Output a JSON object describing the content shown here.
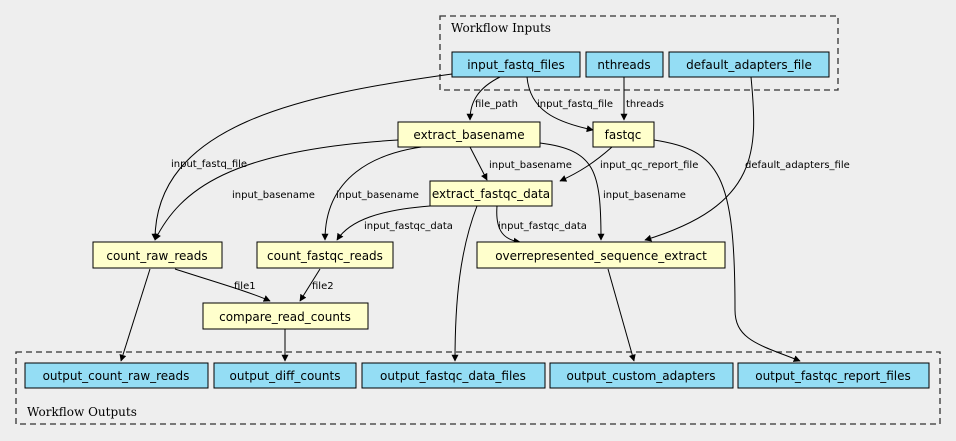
{
  "colors": {
    "io_fill": "#94ddf4",
    "step_fill": "#ffffcc",
    "background": "#eeeeee"
  },
  "clusters": {
    "inputs": "Workflow Inputs",
    "outputs": "Workflow Outputs"
  },
  "nodes": {
    "input_fastq_files": "input_fastq_files",
    "nthreads": "nthreads",
    "default_adapters_file": "default_adapters_file",
    "extract_basename": "extract_basename",
    "fastqc": "fastqc",
    "extract_fastqc_data": "extract_fastqc_data",
    "count_raw_reads": "count_raw_reads",
    "count_fastqc_reads": "count_fastqc_reads",
    "overrepresented_sequence_extract": "overrepresented_sequence_extract",
    "compare_read_counts": "compare_read_counts",
    "output_count_raw_reads": "output_count_raw_reads",
    "output_diff_counts": "output_diff_counts",
    "output_fastqc_data_files": "output_fastqc_data_files",
    "output_custom_adapters": "output_custom_adapters",
    "output_fastqc_report_files": "output_fastqc_report_files"
  },
  "edges": [
    {
      "from": "input_fastq_files",
      "to": "extract_basename",
      "label": "file_path"
    },
    {
      "from": "input_fastq_files",
      "to": "fastqc",
      "label": "input_fastq_file"
    },
    {
      "from": "input_fastq_files",
      "to": "count_raw_reads",
      "label": "input_fastq_file"
    },
    {
      "from": "nthreads",
      "to": "fastqc",
      "label": "threads"
    },
    {
      "from": "default_adapters_file",
      "to": "overrepresented_sequence_extract",
      "label": "default_adapters_file"
    },
    {
      "from": "extract_basename",
      "to": "count_raw_reads",
      "label": "input_basename"
    },
    {
      "from": "extract_basename",
      "to": "count_fastqc_reads",
      "label": "input_basename"
    },
    {
      "from": "extract_basename",
      "to": "extract_fastqc_data",
      "label": "input_basename"
    },
    {
      "from": "extract_basename",
      "to": "overrepresented_sequence_extract",
      "label": "input_basename"
    },
    {
      "from": "fastqc",
      "to": "extract_fastqc_data",
      "label": "input_qc_report_file"
    },
    {
      "from": "fastqc",
      "to": "output_fastqc_report_files",
      "label": ""
    },
    {
      "from": "extract_fastqc_data",
      "to": "count_fastqc_reads",
      "label": "input_fastqc_data"
    },
    {
      "from": "extract_fastqc_data",
      "to": "overrepresented_sequence_extract",
      "label": "input_fastqc_data"
    },
    {
      "from": "extract_fastqc_data",
      "to": "output_fastqc_data_files",
      "label": ""
    },
    {
      "from": "count_raw_reads",
      "to": "compare_read_counts",
      "label": "file1"
    },
    {
      "from": "count_raw_reads",
      "to": "output_count_raw_reads",
      "label": ""
    },
    {
      "from": "count_fastqc_reads",
      "to": "compare_read_counts",
      "label": "file2"
    },
    {
      "from": "compare_read_counts",
      "to": "output_diff_counts",
      "label": ""
    },
    {
      "from": "overrepresented_sequence_extract",
      "to": "output_custom_adapters",
      "label": ""
    }
  ]
}
